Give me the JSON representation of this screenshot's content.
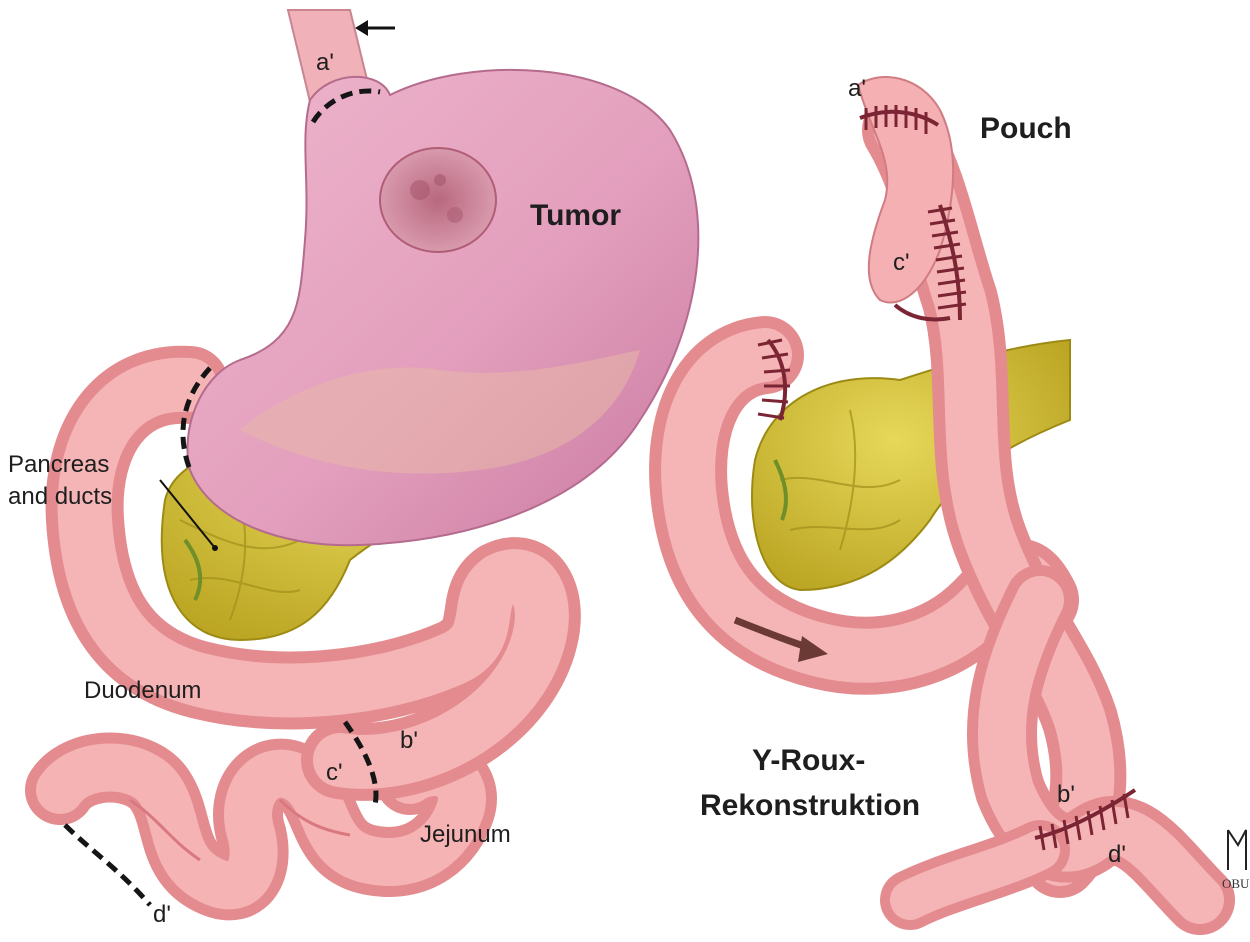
{
  "left_panel": {
    "labels": {
      "a_prime": "a'",
      "tumor": "Tumor",
      "pancreas_line1": "Pancreas",
      "pancreas_line2": "and ducts",
      "duodenum": "Duodenum",
      "b_prime": "b'",
      "c_prime": "c'",
      "jejunum": "Jejunum",
      "d_prime": "d'"
    }
  },
  "right_panel": {
    "labels": {
      "a_prime": "a'",
      "pouch": "Pouch",
      "c_prime": "c'",
      "title_line1": "Y-Roux-",
      "title_line2": "Rekonstruktion",
      "b_prime": "b'",
      "d_prime": "d'"
    }
  },
  "signature": "OBU",
  "colors": {
    "stomach": "#e39fbd",
    "stomach_shade": "#c9799f",
    "intestine": "#f0a3a6",
    "intestine_shade": "#d67c82",
    "pancreas": "#d8c631",
    "pancreas_shade": "#a89518",
    "suture": "#7b2434",
    "cut_line": "#151515",
    "tumor": "#c47a8e"
  }
}
